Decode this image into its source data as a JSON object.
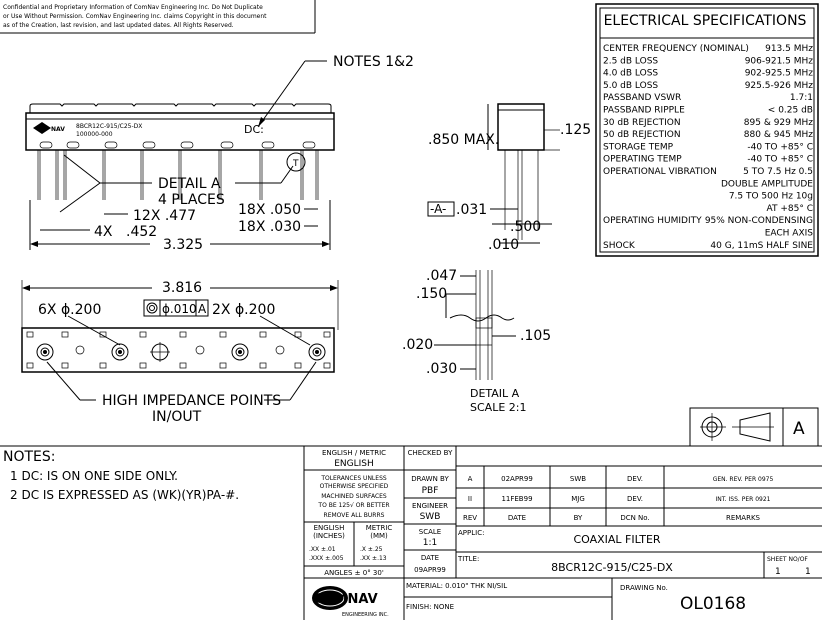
{
  "confidential": {
    "line1": "Confidential and Proprietary Information of ComNav Engineering Inc. Do Not Duplicate",
    "line2": "or Use Without Permission. ComNav Engineering Inc. claims Copyright in this document",
    "line3": "as of the Creation, last revision, and last updated dates.  All Rights Reserved."
  },
  "top_view": {
    "notes_callout": "NOTES 1&2",
    "part_label": "8BCR12C-915/C25-DX",
    "part_number_small": "100000-000",
    "logo_small": "NAV",
    "dc_label": "DC:",
    "detail_a": "DETAIL A",
    "four_places": "4 PLACES",
    "pitch_12x": "12X .477",
    "pitch_4x": ".452",
    "pitch_4x_prefix": "4X",
    "overall": "3.325",
    "pin_width": "18X .050",
    "pin_thick": "18X .030"
  },
  "side_view": {
    "height": ".850 MAX.",
    "tab": ".125",
    "datum": "-A-",
    "datum_dim": ".031",
    "width": ".500",
    "pin": ".010"
  },
  "spec": {
    "title": "ELECTRICAL  SPECIFICATIONS",
    "rows": [
      {
        "label": "CENTER FREQUENCY (NOMINAL)",
        "value": "913.5 MHz"
      },
      {
        "label": "2.5 dB LOSS",
        "value": "906-921.5 MHz"
      },
      {
        "label": "4.0 dB LOSS",
        "value": "902-925.5 MHz"
      },
      {
        "label": "5.0 dB LOSS",
        "value": "925.5-926 MHz"
      },
      {
        "label": "PASSBAND VSWR",
        "value": "1.7:1"
      },
      {
        "label": "PASSBAND RIPPLE",
        "value": "< 0.25 dB"
      },
      {
        "label": "30 dB REJECTION",
        "value": "895 & 929 MHz"
      },
      {
        "label": "50 dB REJECTION",
        "value": "880 & 945 MHz"
      },
      {
        "label": "STORAGE TEMP",
        "value": "-40 TO +85° C"
      },
      {
        "label": "OPERATING TEMP",
        "value": "-40 TO +85° C"
      },
      {
        "label": "OPERATIONAL VIBRATION",
        "value": "5 TO 7.5 Hz 0.5"
      },
      {
        "label": "",
        "value": "DOUBLE AMPLITUDE"
      },
      {
        "label": "",
        "value": "7.5 TO 500 Hz 10g"
      },
      {
        "label": "",
        "value": "AT +85° C"
      },
      {
        "label": "OPERATING HUMIDITY",
        "value": "95% NON-CONDENSING"
      },
      {
        "label": "",
        "value": "EACH AXIS"
      },
      {
        "label": "SHOCK",
        "value": "40 G, 11mS HALF SINE"
      }
    ]
  },
  "bottom_view": {
    "overall": "3.816",
    "holes_6x": "6X ϕ.200",
    "fcf_tol": "ϕ.010",
    "fcf_datum": "A",
    "holes_2x": "2X ϕ.200",
    "callout": "HIGH IMPEDANCE POINTS",
    "callout2": "IN/OUT"
  },
  "detail_a": {
    "d1": ".047",
    "d2": ".150",
    "d3": ".105",
    "d4": ".020",
    "d5": ".030",
    "title": "DETAIL A",
    "scale": "SCALE 2:1"
  },
  "projection": {
    "sheet_size": "A"
  },
  "notes": {
    "title": "NOTES:",
    "items": [
      "1  DC: IS ON ONE SIDE ONLY.",
      "2  DC IS EXPRESSED AS (WK)(YR)PA-#."
    ]
  },
  "title_block": {
    "eng_metric": "ENGLISH / METRIC",
    "eng_val": "ENGLISH",
    "tol1": "TOLERANCES UNLESS",
    "tol2": "OTHERWISE SPECIFIED",
    "tol3": "MACHINED SURFACES",
    "tol4": "TO BE 125√ OR BETTER",
    "tol5": "REMOVE ALL BURRS",
    "english_hdr": "ENGLISH",
    "english_unit": "(INCHES)",
    "metric_hdr": "METRIC",
    "metric_unit": "(MM)",
    "e_tol1": ".XX  ±.01",
    "e_tol2": ".XXX ±.005",
    "m_tol1": ".X   ±.25",
    "m_tol2": ".XX  ±.13",
    "angles": "ANGLES ± 0° 30'",
    "checked_by": "CHECKED BY",
    "drawn_by": "DRAWN BY",
    "drawn_val": "PBF",
    "engineer": "ENGINEER",
    "engineer_val": "SWB",
    "scale": "SCALE",
    "scale_val": "1:1",
    "date": "DATE",
    "date_val": "09APR99",
    "rev_rows": [
      {
        "rev": "A",
        "date": "02APR99",
        "by": "SWB",
        "dcn": "DEV.",
        "remarks": "GEN. REV. PER 0975"
      },
      {
        "rev": "II",
        "date": "11FEB99",
        "by": "MJG",
        "dcn": "DEV.",
        "remarks": "INT. ISS. PER 0921"
      }
    ],
    "rev_hdr": {
      "rev": "REV",
      "date": "DATE",
      "by": "BY",
      "dcn": "DCN No.",
      "remarks": "REMARKS"
    },
    "applic": "APPLIC:",
    "applic_val": "COAXIAL FILTER",
    "title_lbl": "TITLE:",
    "title_val": "8BCR12C-915/C25-DX",
    "sheet_lbl": "SHEET NO/OF",
    "sheet_no": "1",
    "sheet_of": "1",
    "material": "MATERIAL: 0.010\" THK NI/SIL",
    "finish": "FINISH: NONE",
    "drawing_lbl": "DRAWING No.",
    "drawing_no": "OL0168",
    "logo": "COMNAV",
    "logo_sub": "ENGINEERING INC."
  }
}
